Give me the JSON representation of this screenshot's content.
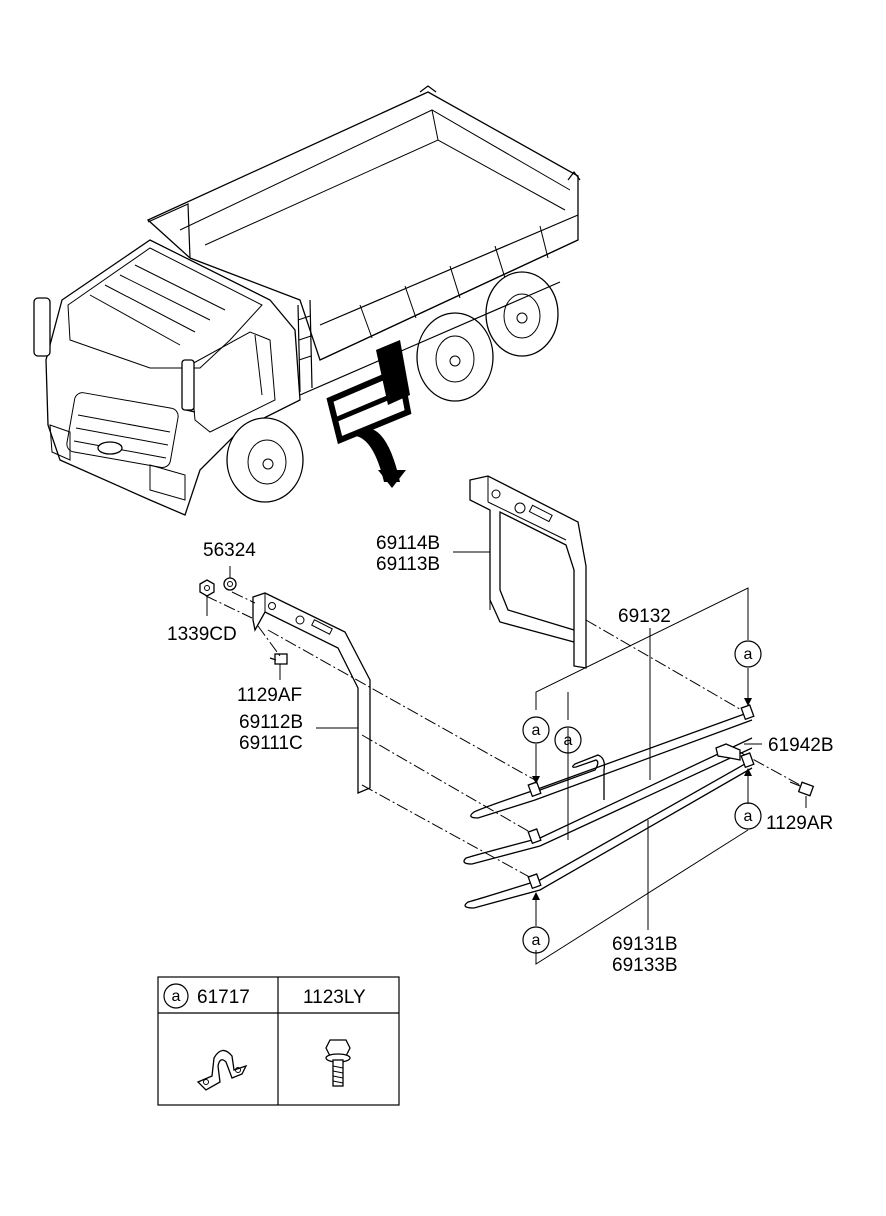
{
  "callouts": {
    "p56324": "56324",
    "p1339CD": "1339CD",
    "p1129AF": "1129AF",
    "p69112B": "69112B",
    "p69111C": "69111C",
    "p69114B": "69114B",
    "p69113B": "69113B",
    "p69132": "69132",
    "p61942B": "61942B",
    "p1129AR": "1129AR",
    "p69131B": "69131B",
    "p69133B": "69133B"
  },
  "ref_marker": "a",
  "legend": {
    "col1_marker": "a",
    "col1_part": "61717",
    "col2_part": "1123LY"
  }
}
